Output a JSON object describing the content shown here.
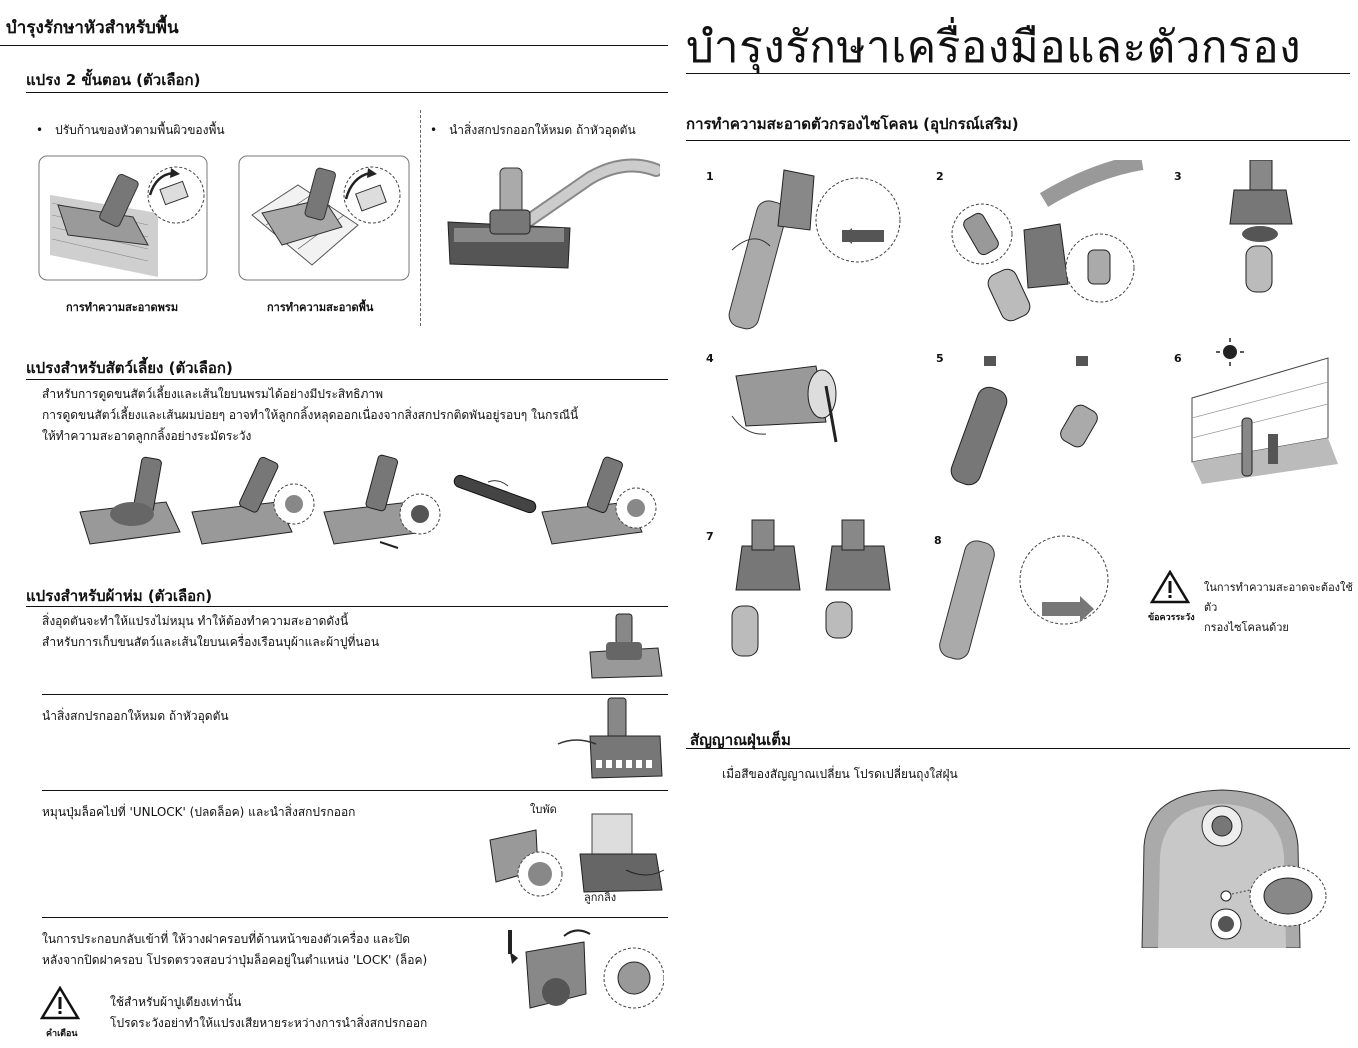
{
  "left": {
    "page_title": "บำรุงรักษาหัวสำหรับพื้น",
    "two_step": {
      "heading": "แปรง 2 ขั้นตอน (ตัวเลือก)",
      "bullet_left": "ปรับก้านของหัวตามพื้นผิวของพื้น",
      "bullet_right": "นำสิ่งสกปรกออกให้หมด ถ้าหัวอุดตัน",
      "caption_carpet": "การทำความสะอาดพรม",
      "caption_floor": "การทำความสะอาดพื้น"
    },
    "pet": {
      "heading": "แปรงสำหรับสัตว์เลี้ยง (ตัวเลือก)",
      "line1": "สำหรับการดูดขนสัตว์เลี้ยงและเส้นใยบนพรมได้อย่างมีประสิทธิภาพ",
      "line2": "การดูดขนสัตว์เลี้ยงและเส้นผมบ่อยๆ อาจทำให้ลูกกลิ้งหลุดออกเนื่องจากสิ่งสกปรกติดพันอยู่รอบๆ  ในกรณีนี้",
      "line3": "ให้ทำความสะอาดลูกกลิ้งอย่างระมัดระวัง"
    },
    "mattress": {
      "heading": "แปรงสำหรับผ้าห่ม (ตัวเลือก)",
      "p1_line1": "สิ่งอุดตันจะทำให้แปรงไม่หมุน ทำให้ต้องทำความสะอาดดังนี้",
      "p1_line2": "สำหรับการเก็บขนสัตว์และเส้นใยบนเครื่องเรือนบุผ้าและผ้าปูที่นอน",
      "p2": "นำสิ่งสกปรกออกให้หมด ถ้าหัวอุดตัน",
      "p3": "หมุนปุ่มล็อคไปที่ 'UNLOCK' (ปลดล็อค) และนำสิ่งสกปรกออก",
      "label_fan": "ใบพัด",
      "label_roller": "ลูกกลิ้ง",
      "p4_line1": "ในการประกอบกลับเข้าที่ ให้วางฝาครอบที่ด้านหน้าของตัวเครื่อง และปิด",
      "p4_line2": "หลังจากปิดฝาครอบ โปรดตรวจสอบว่าปุ่มล็อคอยู่ในตำแหน่ง 'LOCK' (ล็อค)",
      "warn_label": "คำเตือน",
      "warn_line1": "ใช้สำหรับผ้าปูเตียงเท่านั้น",
      "warn_line2": "โปรดระวังอย่าทำให้แปรงเสียหายระหว่างการนำสิ่งสกปรกออก"
    }
  },
  "right": {
    "page_title": "บำรุงรักษาเครื่องมือและตัวกรอง",
    "cyclone": {
      "heading": "การทำความสะอาดตัวกรองไซโคลน (อุปกรณ์เสริม)",
      "steps": [
        "1",
        "2",
        "3",
        "4",
        "5",
        "6",
        "7",
        "8"
      ],
      "caution_label": "ข้อควรระวัง",
      "caution_line1": "ในการทำความสะอาดจะต้องใช้ตัว",
      "caution_line2": "กรองไซโคลนด้วย"
    },
    "dust": {
      "heading": "สัญญาณฝุ่นเต็ม",
      "text": "เมื่อสีของสัญญาณเปลี่ยน โปรดเปลี่ยนถุงใส่ฝุ่น"
    }
  }
}
